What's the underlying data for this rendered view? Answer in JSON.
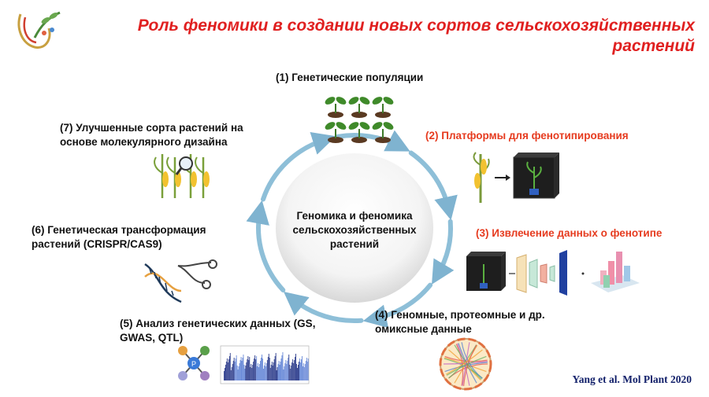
{
  "slide": {
    "title": "Роль феномики в создании новых сортов сельскохозяйственных растений",
    "center": "Геномика и феномика сельскохозяйственных растений",
    "citation": "Yang et al. Mol Plant 2020",
    "steps": [
      {
        "label": "(1) Генетические популяции",
        "color": "#111111"
      },
      {
        "label": "(2) Платформы для фенотипирования",
        "color": "#e63b1f"
      },
      {
        "label": "(3) Извлечение данных о фенотипе",
        "color": "#e63b1f"
      },
      {
        "label": "(4) Геномные, протеомные и др. омиксные данные",
        "color": "#111111"
      },
      {
        "label": "(5) Анализ генетических данных (GS, GWAS, QTL)",
        "color": "#111111"
      },
      {
        "label": "(6) Генетическая трансформация растений (CRISPR/CAS9)",
        "color": "#111111"
      },
      {
        "label": "(7) Улучшенные сорта растений на основе молекулярного дизайна",
        "color": "#111111"
      }
    ],
    "colors": {
      "title": "#e02020",
      "accent": "#e63b1f",
      "cycle": "#7fb3d0",
      "citation": "#12206a"
    },
    "icons": [
      "logo-icon",
      "seedlings-icon",
      "plant-imaging-icon",
      "cnn-extraction-icon",
      "omics-circos-icon",
      "network-manhattan-icon",
      "dna-scissors-icon",
      "corn-magnifier-icon"
    ]
  }
}
